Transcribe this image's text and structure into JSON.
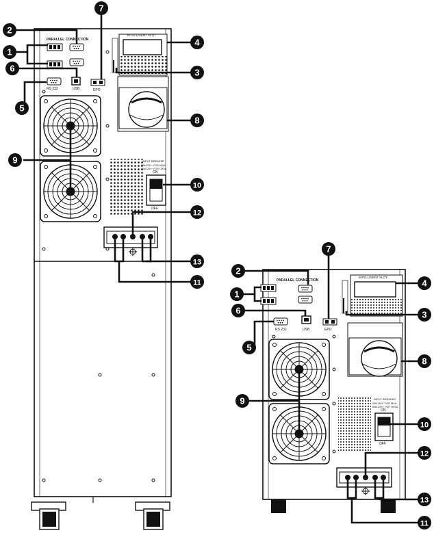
{
  "labels": {
    "parallel": "PARALLEL CONNECTION",
    "intelligent_slot": "INTELLIGENT SLOT",
    "rs232": "RS 232",
    "usb": "USB",
    "epo": "EPO",
    "input_breaker": "INPUT BREAKER",
    "breaker_line1": "63A/120V~ FOR 6KVA",
    "breaker_line2": "80A/120V~ FOR 10KVA",
    "on": "ON",
    "off": "OFF"
  },
  "callouts": [
    "1",
    "2",
    "3",
    "4",
    "5",
    "6",
    "7",
    "8",
    "9",
    "10",
    "11",
    "12",
    "13"
  ],
  "colors": {
    "ink": "#111111",
    "panel": "#ffffff",
    "callout": "#111111"
  }
}
